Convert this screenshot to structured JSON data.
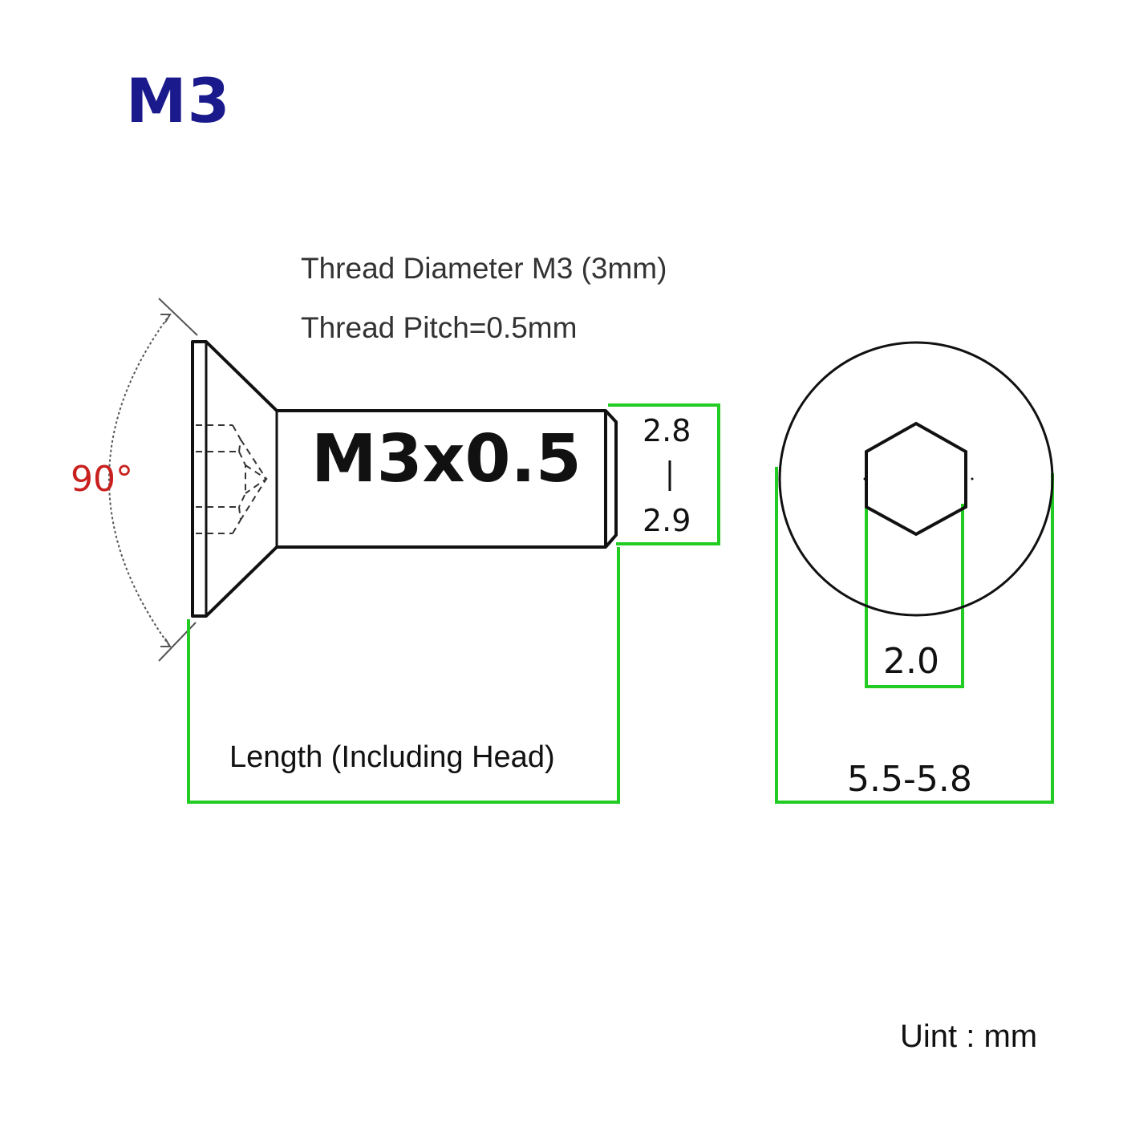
{
  "title": "M3",
  "specs": {
    "thread_diameter": "Thread Diameter M3 (3mm)",
    "thread_pitch": "Thread Pitch=0.5mm"
  },
  "side_view": {
    "head_angle": "90°",
    "thread_spec": "M3x0.5",
    "tip_diameter_min": "2.8",
    "tip_diameter_max": "2.9",
    "length_label": "Length (Including Head)"
  },
  "top_view": {
    "hex_socket": "2.0",
    "head_diameter": "5.5-5.8"
  },
  "unit": "Uint : mm",
  "colors": {
    "title": "#1a1a8c",
    "angle": "#c8201e",
    "dimension_lines": "#22cc22",
    "outline": "#111111"
  }
}
